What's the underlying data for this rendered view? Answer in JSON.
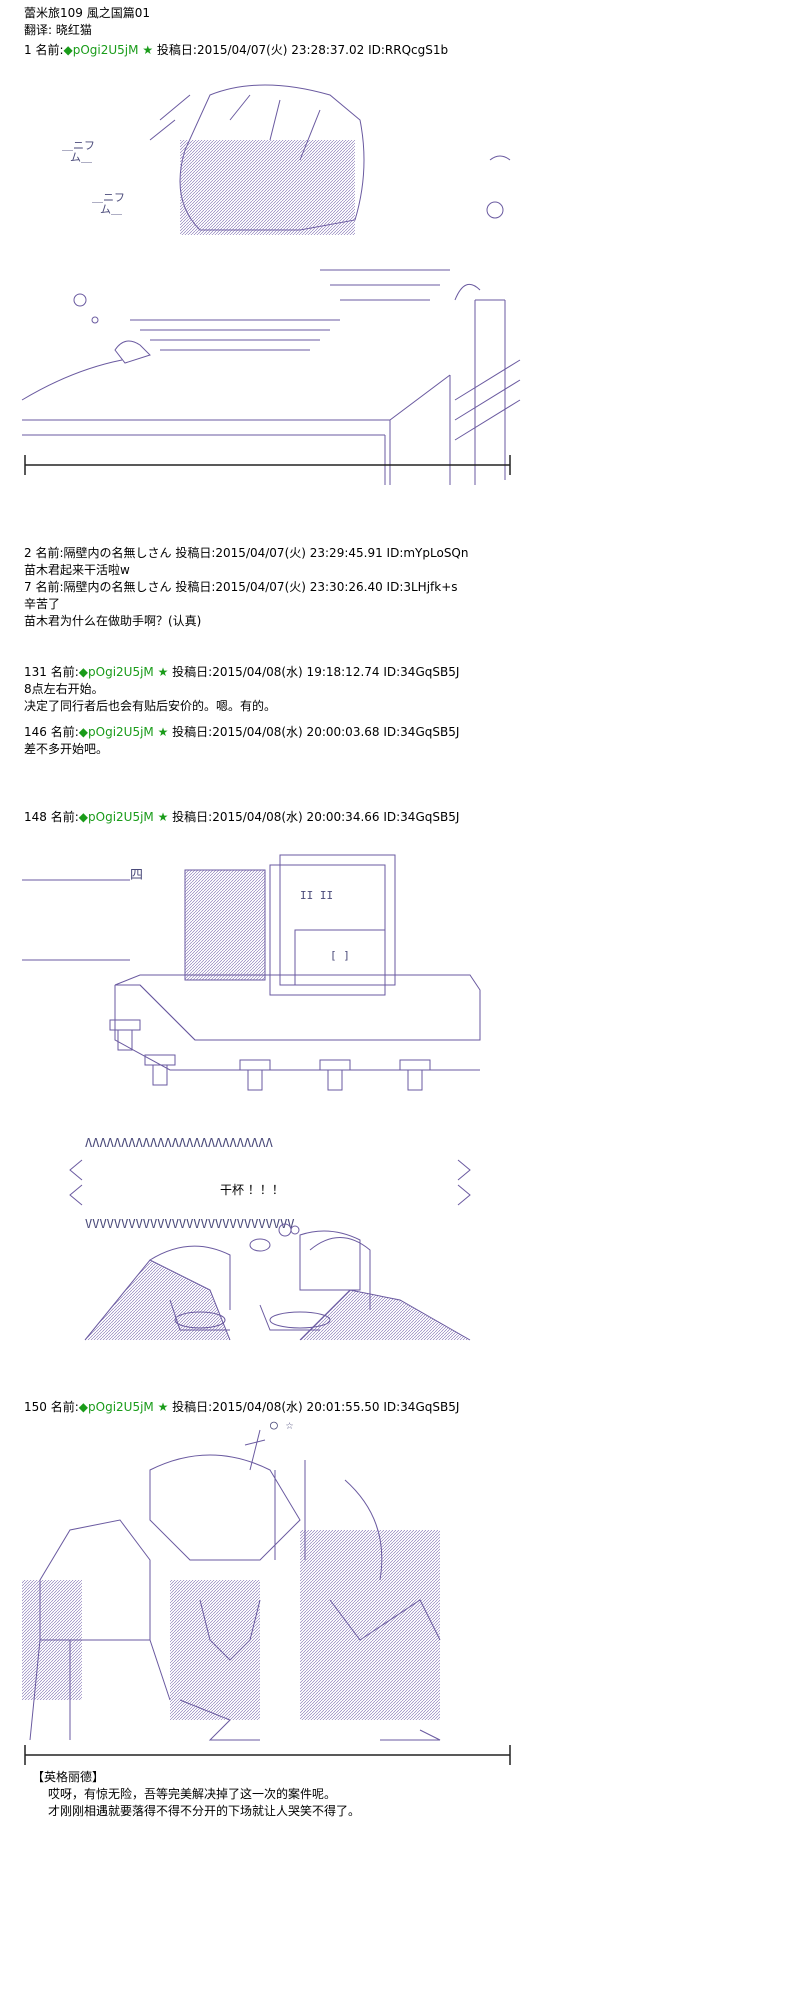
{
  "header": {
    "title": "蕾米旅109 風之国篇01",
    "translator": "翻译: 晓红猫"
  },
  "posts": [
    {
      "num": "1",
      "label": "名前:",
      "name": "◆pOgi2U5jM ★",
      "meta": "投稿日:2015/04/07(火) 23:28:37.02 ID:RRQcgS1b",
      "lines": []
    },
    {
      "num": "2",
      "label": "名前:",
      "name": "隔壁内の名無しさん",
      "meta": "投稿日:2015/04/07(火) 23:29:45.91 ID:mYpLoSQn",
      "lines": [
        "苗木君起来干活啦w"
      ]
    },
    {
      "num": "7",
      "label": "名前:",
      "name": "隔壁内の名無しさん",
      "meta": "投稿日:2015/04/07(火) 23:30:26.40 ID:3LHjfk+s",
      "lines": [
        "辛苦了",
        "苗木君为什么在做助手啊？(认真)"
      ]
    },
    {
      "num": "131",
      "label": "名前:",
      "name": "◆pOgi2U5jM ★",
      "meta": "投稿日:2015/04/08(水) 19:18:12.74 ID:34GqSB5J",
      "lines": [
        "8点左右开始。",
        "决定了同行者后也会有贴后安价的。嗯。有的。"
      ]
    },
    {
      "num": "146",
      "label": "名前:",
      "name": "◆pOgi2U5jM ★",
      "meta": "投稿日:2015/04/08(水) 20:00:03.68 ID:34GqSB5J",
      "lines": [
        "差不多开始吧。"
      ]
    },
    {
      "num": "148",
      "label": "名前:",
      "name": "◆pOgi2U5jM ★",
      "meta": "投稿日:2015/04/08(水) 20:00:34.66 ID:34GqSB5J",
      "lines": []
    },
    {
      "num": "150",
      "label": "名前:",
      "name": "◆pOgi2U5jM ★",
      "meta": "投稿日:2015/04/08(水) 20:01:55.50 ID:34GqSB5J",
      "lines": []
    }
  ],
  "art": {
    "scene1_text": [
      "＿ニフ",
      "ム＿",
      "＿ニフ",
      "ム＿"
    ],
    "scene2_mark": "四",
    "scene2_shelf": [
      "II II",
      "[ ]"
    ],
    "toast_border_top": "ΛΛΛΛΛΛΛΛΛΛΛΛΛΛΛΛΛΛΛΛΛΛΛΛΛΛ",
    "toast_border_bottom": "VVVVVVVVVVVVVVVVVVVVVVVVVVVVV",
    "toast": "干杯 ！！！",
    "scene4_glyphs": "○ ☆"
  },
  "caption": {
    "speaker": "【英格丽德】",
    "lines": [
      "哎呀，有惊无险，吾等完美解决掉了这一次的案件呢。",
      "才刚刚相遇就要落得不得不分开的下场就让人哭笑不得了。"
    ]
  }
}
